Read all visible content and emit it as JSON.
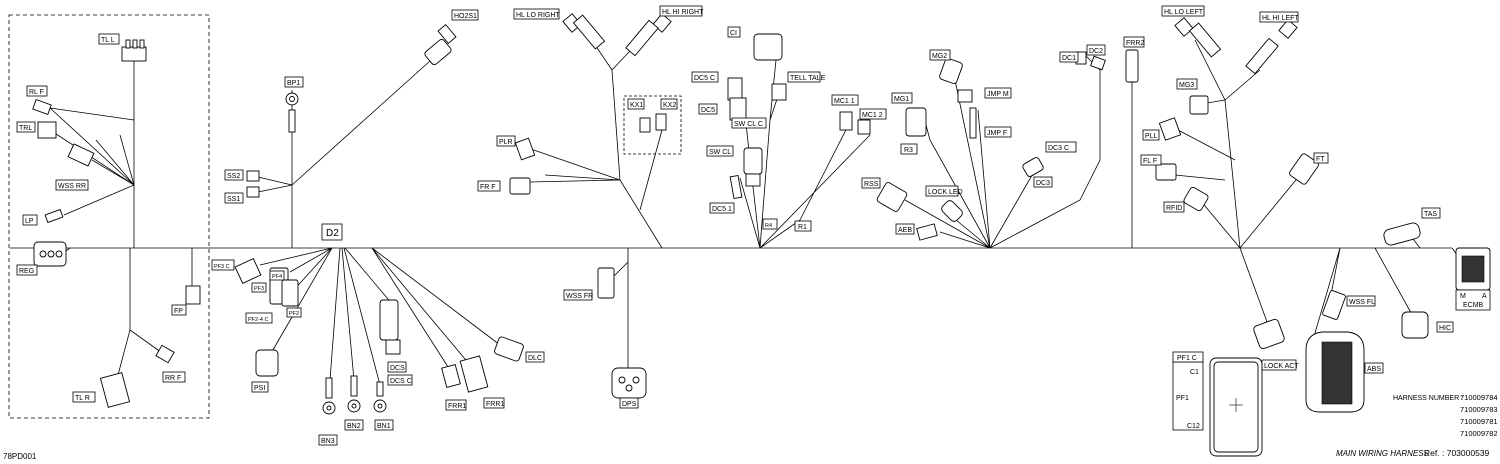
{
  "labels": {
    "tll": "TL L",
    "rlf": "RL F",
    "trl": "TRL",
    "wssrr": "WSS RR",
    "lp": "LP",
    "reg": "REG",
    "fp": "FP",
    "rrf": "RR F",
    "tlr": "TL R",
    "bp1": "BP1",
    "ss2": "SS2",
    "ss1": "SS1",
    "ho2s1": "HO2S1",
    "d2": "D2",
    "pf3c": "PF3 C",
    "pf4": "PF4",
    "pf3": "PF3",
    "pf2c": "PF2-4 C",
    "pf2": "PF2",
    "psi": "PSI",
    "bn3": "BN3",
    "bn2": "BN2",
    "bn1": "BN1",
    "dcs": "DCS",
    "dcsc": "DCS C",
    "frr1a": "FRR1",
    "frr1b": "FRR1",
    "dlc": "DLC",
    "hllor": "HL  LO RIGHT",
    "hlhir": "HL  HI RIGHT",
    "plr": "PLR",
    "frf": "FR F",
    "kx1": "KX1",
    "kx2": "KX2",
    "wssfr": "WSS FR",
    "dps": "DPS",
    "ci": "CI",
    "dc5c": "DC5 C",
    "telltale": "TELL TALE",
    "dc5": "DC5",
    "swclc": "SW CL C",
    "swcl": "SW CL",
    "dc51": "DC5 1",
    "r4": "R4",
    "r1": "R1",
    "mc11": "MC1 1",
    "mc12": "MC1 2",
    "mg1": "MG1",
    "mg2": "MG2",
    "jmpm": "JMP M",
    "jmpf": "JMP F",
    "r3": "R3",
    "rss": "RSS",
    "lockled": "LOCK LED",
    "aeb": "AEB",
    "dc1": "DC1",
    "dc2": "DC2",
    "dc3c": "DC3  C",
    "dc3": "DC3",
    "frr2": "FRR2",
    "hllol": "HL  LO LEFT",
    "hlhil": "HL  HI LEFT",
    "mg3": "MG3",
    "pll": "PLL",
    "flf": "FL F",
    "ft": "FT",
    "rfid": "RFID",
    "tas": "TAS",
    "ecmb_m": "M",
    "ecmb_a": "A",
    "ecmb": "ECMB",
    "hic": "HIC",
    "wssfl": "WSS  FL",
    "lockact": "LOCK  ACT",
    "abs": "ABS",
    "pf1c": "PF1  C",
    "c1": "C1",
    "pf1": "PF1",
    "c12": "C12"
  },
  "harness": {
    "title": "HARNESS NUMBER :",
    "numbers": [
      {
        "value": "710009784",
        "color": "#f08a1c"
      },
      {
        "value": "710009783",
        "color": "#b8332f"
      },
      {
        "value": "710009781",
        "color": "#e0141b"
      },
      {
        "value": "710009782",
        "color": "#1a7fd0"
      }
    ]
  },
  "footer": {
    "main": "MAIN  WIRING HARNESS",
    "ref_label": "Ref.",
    "ref_value": ": 703000539",
    "code": "78PD001"
  }
}
